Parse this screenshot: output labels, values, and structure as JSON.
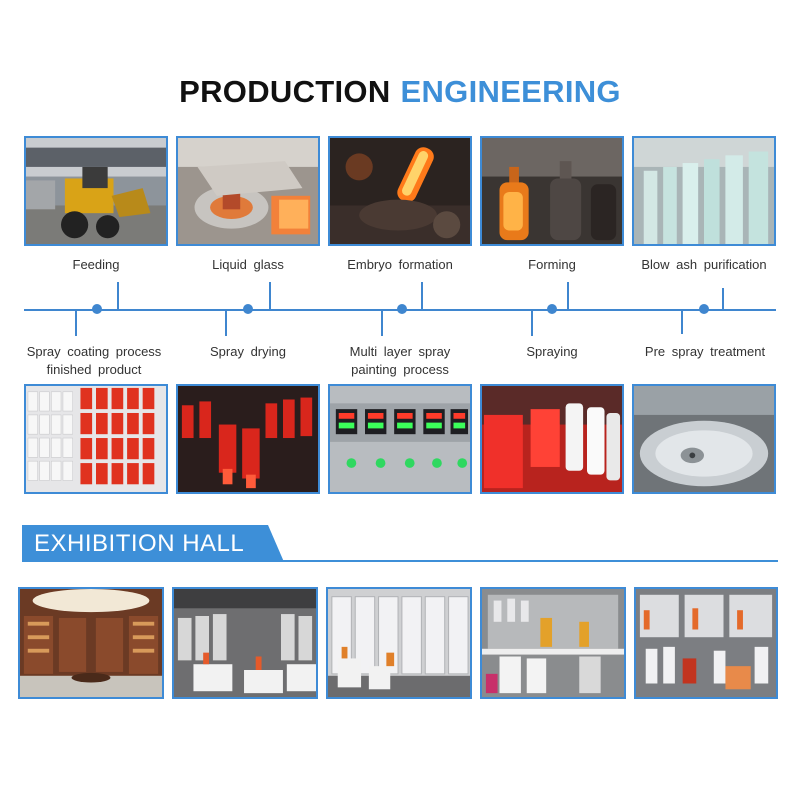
{
  "header": {
    "title_part1": "PRODUCTION",
    "title_part2": "ENGINEERING",
    "accent_color": "#3d8fd8"
  },
  "process_top": [
    {
      "label": "Feeding",
      "image": "wheel-loader-photo"
    },
    {
      "label": "Liquid glass",
      "image": "molten-glass-furnace-photo"
    },
    {
      "label": "Embryo formation",
      "image": "glowing-glass-embryo-photo"
    },
    {
      "label": "Forming",
      "image": "hot-glass-bottles-photo"
    },
    {
      "label": "Blow ash purification",
      "image": "clear-glass-bottles-line-photo"
    }
  ],
  "process_bottom": [
    {
      "label_line1": "Spray coating process",
      "label_line2": "finished product",
      "image": "white-and-red-bottles-shelves-photo"
    },
    {
      "label_line1": "Spray drying",
      "label_line2": "",
      "image": "red-bottles-rack-photo"
    },
    {
      "label_line1": "Multi layer spray",
      "label_line2": "painting process",
      "image": "control-panel-photo"
    },
    {
      "label_line1": "Spraying",
      "label_line2": "",
      "image": "red-and-white-bottles-photo"
    },
    {
      "label_line1": "Pre spray treatment",
      "label_line2": "",
      "image": "spinning-wheel-photo"
    }
  ],
  "exhibition": {
    "title": "EXHIBITION HALL",
    "photos": [
      "showroom-wood-cabinets-photo",
      "showroom-display-tables-photo",
      "showroom-glass-cabinets-photo",
      "showroom-bottle-shelves-photo",
      "showroom-colored-bottles-photo"
    ]
  }
}
